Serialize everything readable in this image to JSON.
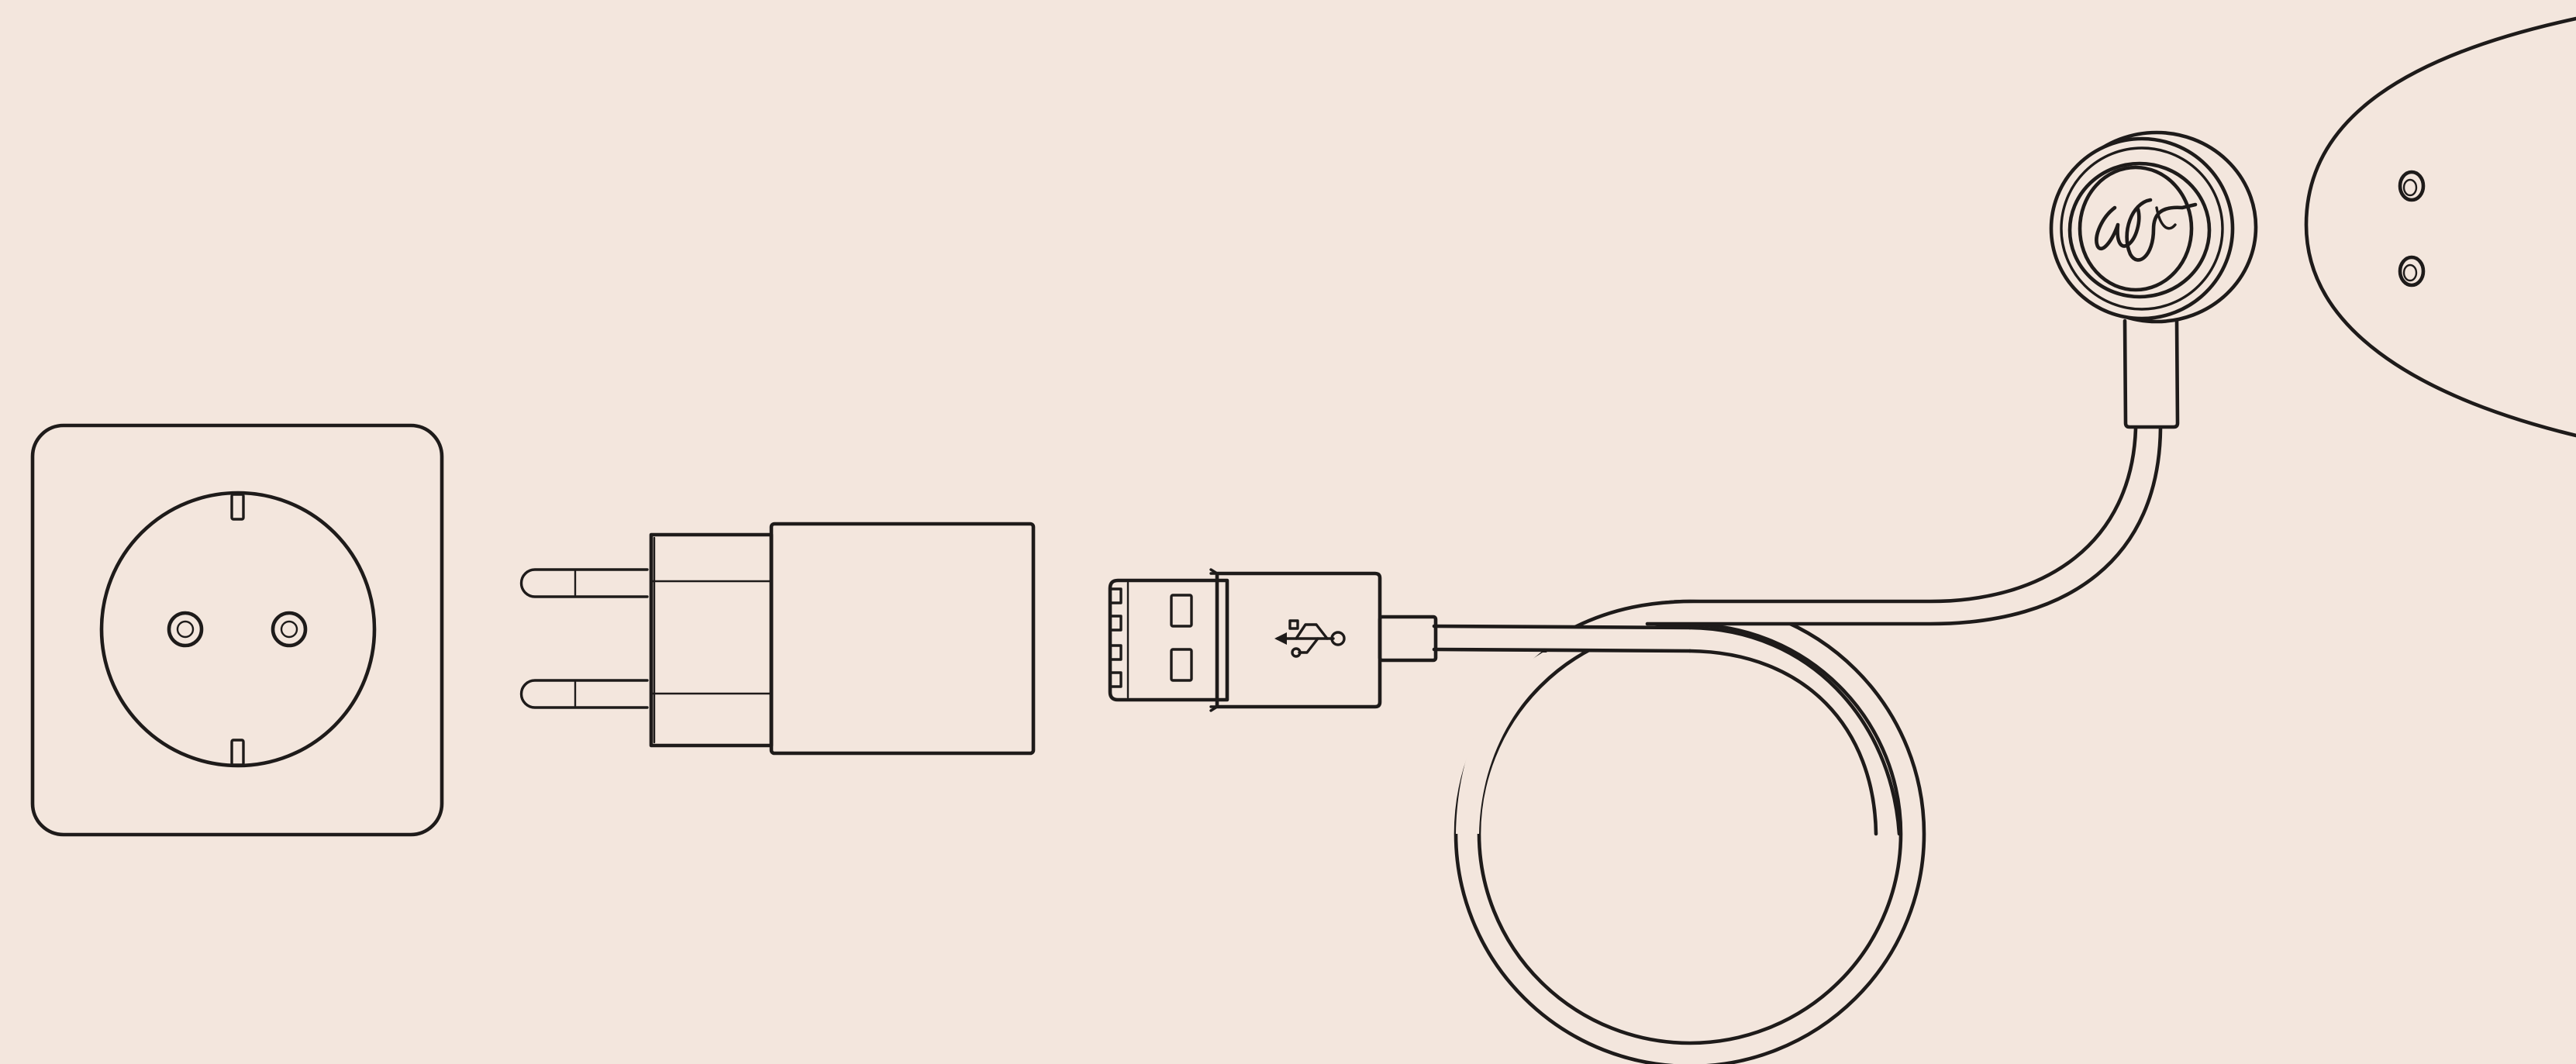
{
  "illustration": {
    "background_color": "#F3E6DD",
    "line_color": "#1E1B1A",
    "parts": [
      {
        "id": "wall-socket",
        "icon": "type-f-wall-socket-icon"
      },
      {
        "id": "power-adapter",
        "icon": "plug-adapter-icon"
      },
      {
        "id": "usb-a-plug",
        "icon": "usb-symbol-icon"
      },
      {
        "id": "charging-cable",
        "icon": "coiled-cable-icon"
      },
      {
        "id": "magnetic-charging-head",
        "icon": "we-vibe-logo-icon"
      },
      {
        "id": "device",
        "icon": "device-with-charge-points-icon"
      }
    ]
  }
}
